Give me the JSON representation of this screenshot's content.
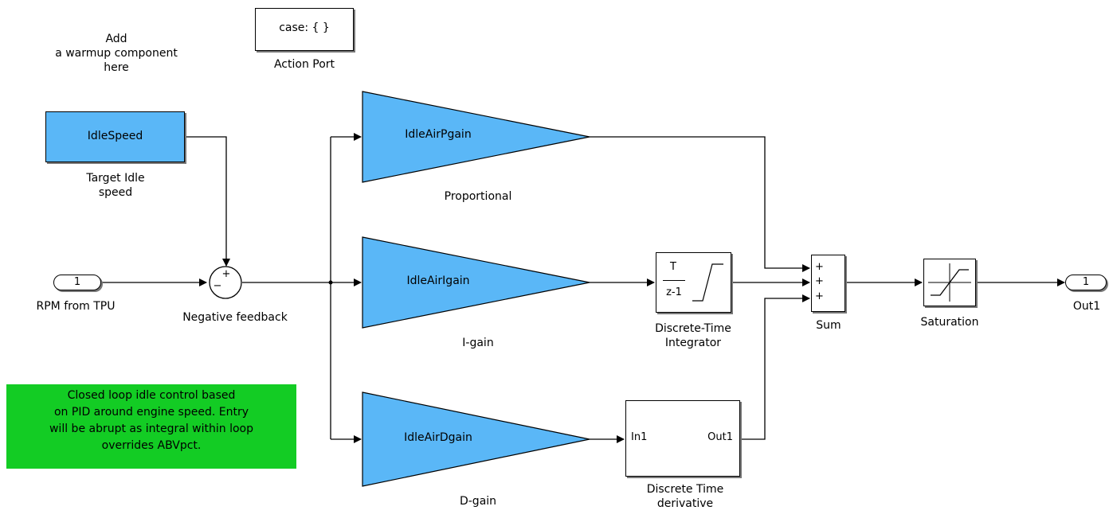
{
  "annotations": {
    "warmup": "Add\na warmup component\nhere",
    "action_port_label": "Action Port",
    "note": "Closed loop idle control based\non PID around engine speed.  Entry\nwill be abrupt as integral within loop\noverrides ABVpct."
  },
  "blocks": {
    "idle_speed": {
      "text": "IdleSpeed",
      "label": "Target Idle\nspeed"
    },
    "action_port": {
      "text": "case: { }"
    },
    "inport": {
      "number": "1",
      "label": "RPM from TPU"
    },
    "sum_feedback": {
      "sign_top": "+",
      "sign_left": "−",
      "label": "Negative feedback"
    },
    "p_gain": {
      "text": "IdleAirPgain",
      "label": "Proportional"
    },
    "i_gain": {
      "text": "IdleAirIgain",
      "label": "I-gain"
    },
    "d_gain": {
      "text": "IdleAirDgain",
      "label": "D-gain"
    },
    "integrator": {
      "num": "T",
      "den": "z-1",
      "label": "Discrete-Time\nIntegrator"
    },
    "derivative": {
      "in": "In1",
      "out": "Out1",
      "label": "Discrete Time\nderivative"
    },
    "sum": {
      "signs": [
        "+",
        "+",
        "+"
      ],
      "label": "Sum"
    },
    "saturation": {
      "label": "Saturation"
    },
    "outport": {
      "number": "1",
      "label": "Out1"
    }
  },
  "colors": {
    "block_blue": "#5ab7f7",
    "note_green": "#13cc24"
  }
}
